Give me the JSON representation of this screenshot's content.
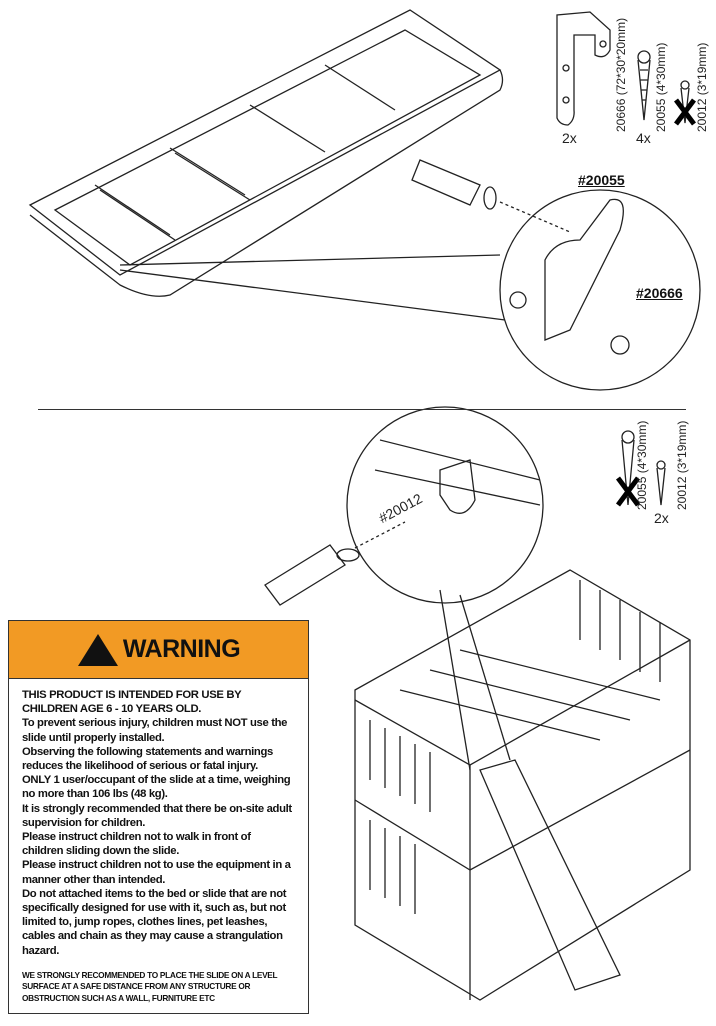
{
  "step1": {
    "parts": [
      {
        "code": "20666 (72*30*20mm)",
        "qty": "2x",
        "icon": "bracket-icon"
      },
      {
        "code": "20055 (4*30mm)",
        "qty": "4x",
        "icon": "long-screw-icon"
      },
      {
        "code": "20012 (3*19mm)",
        "qty": "",
        "icon": "short-screw-crossed-icon"
      }
    ],
    "callouts": [
      "#20055",
      "#20666"
    ]
  },
  "step2": {
    "parts": [
      {
        "code": "20055 (4*30mm)",
        "qty": "",
        "icon": "long-screw-crossed-icon"
      },
      {
        "code": "20012 (3*19mm)",
        "qty": "2x",
        "icon": "short-screw-icon"
      }
    ],
    "callout": "#20012"
  },
  "warning": {
    "title": "WARNING",
    "header_color": "#f29a24",
    "lines": [
      "THIS PRODUCT IS INTENDED FOR USE BY CHILDREN AGE 6 - 10 YEARS OLD.",
      "To prevent serious injury, children must NOT use the slide until properly installed.",
      "Observing the following statements and warnings reduces the likelihood of serious or fatal injury.",
      "ONLY 1 user/occupant of the slide at a time, weighing no more than 106 lbs (48 kg).",
      "It is strongly recommended that there be on-site adult supervision for children.",
      "Please instruct children not to walk in front of children sliding down the slide.",
      "Please instruct children not to use the equipment in a manner other than intended.",
      "Do not attached items to the bed or slide that are not specifically designed for use with it, such as, but not limited to, jump ropes, clothes lines, pet leashes, cables and chain as they may cause a strangulation hazard."
    ],
    "footer": "WE STRONGLY RECOMMENDED TO PLACE THE SLIDE ON A LEVEL SURFACE AT A SAFE DISTANCE FROM ANY STRUCTURE OR OBSTRUCTION SUCH AS A WALL, FURNITURE ETC"
  }
}
